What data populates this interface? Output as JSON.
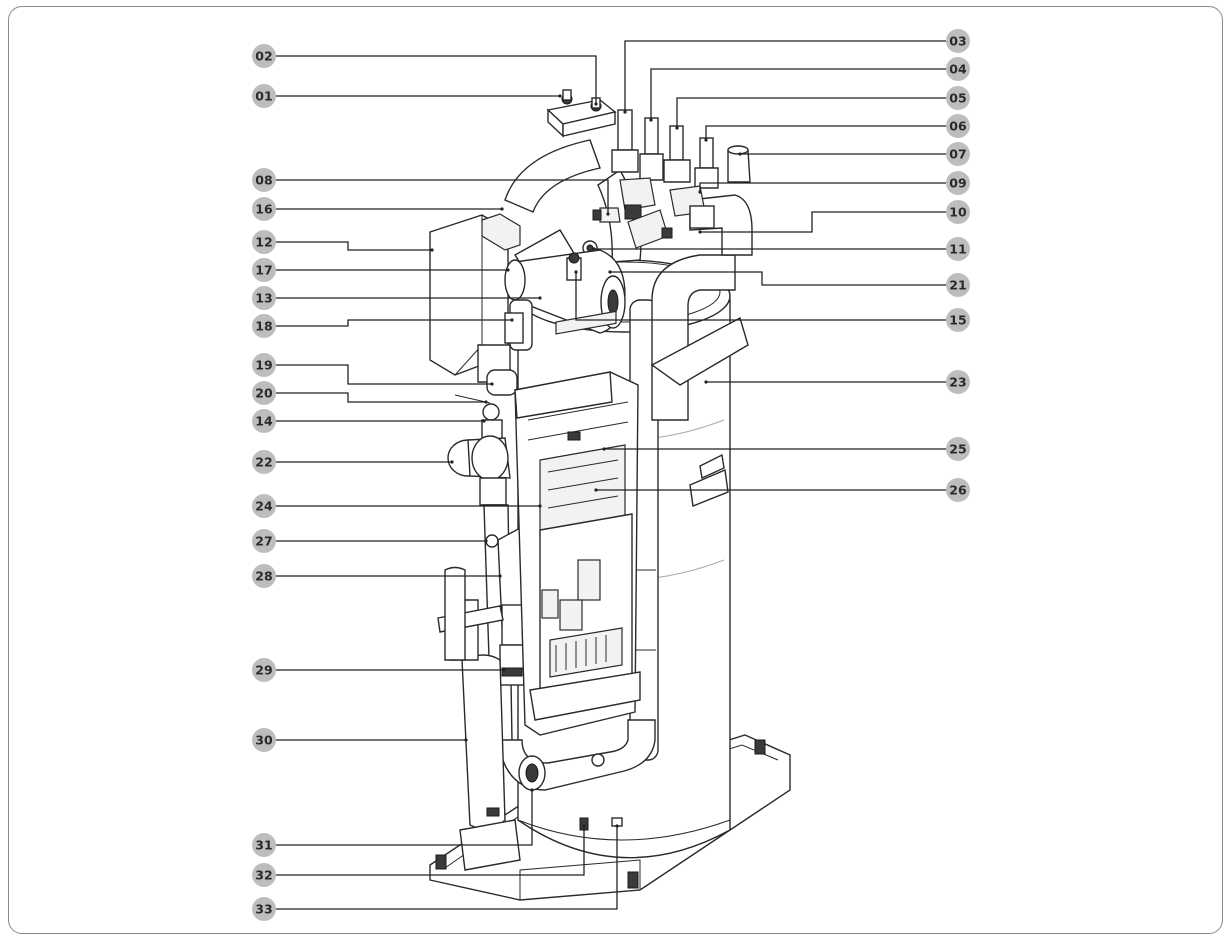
{
  "diagram": {
    "callouts": [
      {
        "id": "01",
        "side": "left"
      },
      {
        "id": "02",
        "side": "left"
      },
      {
        "id": "03",
        "side": "right"
      },
      {
        "id": "04",
        "side": "right"
      },
      {
        "id": "05",
        "side": "right"
      },
      {
        "id": "06",
        "side": "right"
      },
      {
        "id": "07",
        "side": "right"
      },
      {
        "id": "08",
        "side": "left"
      },
      {
        "id": "09",
        "side": "right"
      },
      {
        "id": "10",
        "side": "right"
      },
      {
        "id": "11",
        "side": "right"
      },
      {
        "id": "12",
        "side": "left"
      },
      {
        "id": "13",
        "side": "left"
      },
      {
        "id": "14",
        "side": "left"
      },
      {
        "id": "15",
        "side": "right"
      },
      {
        "id": "16",
        "side": "left"
      },
      {
        "id": "17",
        "side": "left"
      },
      {
        "id": "18",
        "side": "left"
      },
      {
        "id": "19",
        "side": "left"
      },
      {
        "id": "20",
        "side": "left"
      },
      {
        "id": "21",
        "side": "right"
      },
      {
        "id": "22",
        "side": "left"
      },
      {
        "id": "23",
        "side": "right"
      },
      {
        "id": "24",
        "side": "left"
      },
      {
        "id": "25",
        "side": "right"
      },
      {
        "id": "26",
        "side": "right"
      },
      {
        "id": "27",
        "side": "left"
      },
      {
        "id": "28",
        "side": "left"
      },
      {
        "id": "29",
        "side": "left"
      },
      {
        "id": "30",
        "side": "left"
      },
      {
        "id": "31",
        "side": "left"
      },
      {
        "id": "32",
        "side": "left"
      },
      {
        "id": "33",
        "side": "left"
      }
    ],
    "colors": {
      "badge_fill": "#bdbdbd",
      "badge_text": "#2a2a2a",
      "line": "#222222",
      "frame": "#8a8a8a"
    }
  }
}
